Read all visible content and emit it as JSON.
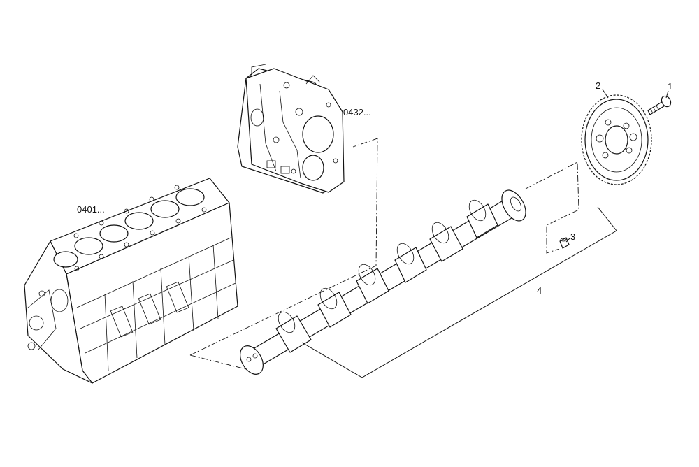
{
  "callouts": {
    "ref_block": "0401...",
    "ref_cover": "0432...",
    "item1": "1",
    "item2": "2",
    "item3": "3",
    "item4": "4"
  }
}
